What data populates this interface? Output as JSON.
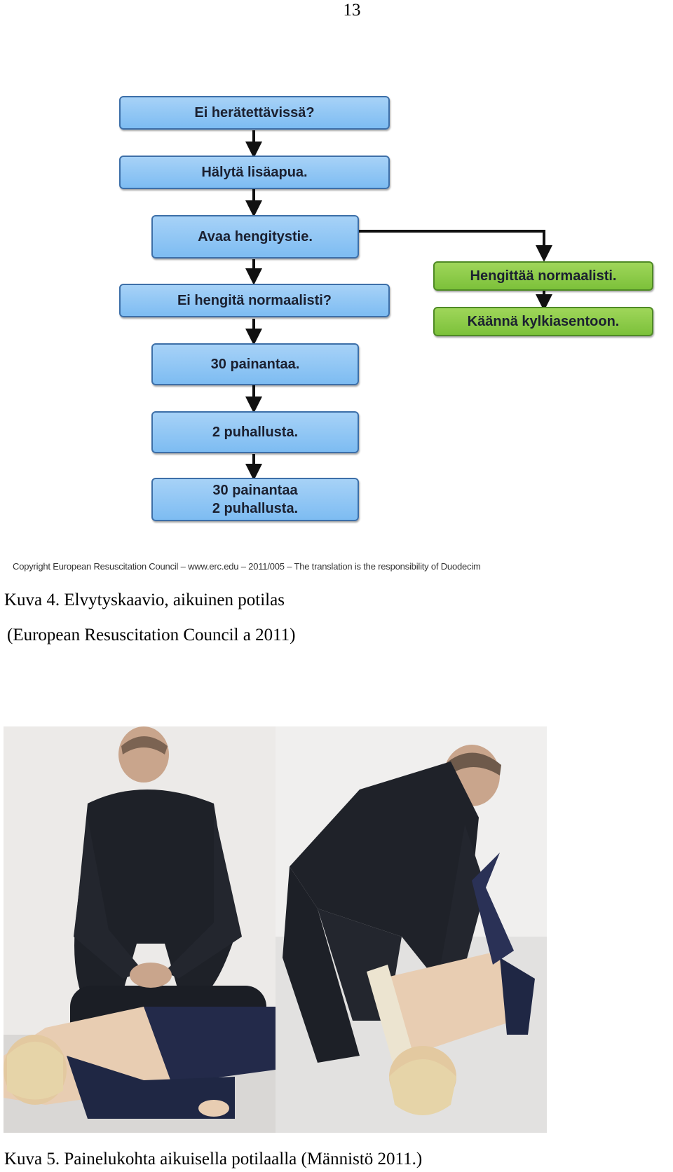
{
  "page": {
    "number": "13"
  },
  "flowchart": {
    "steps": [
      {
        "text": "Ei herätettävissä?"
      },
      {
        "text": "Hälytä lisäapua."
      },
      {
        "text": "Avaa hengitystie."
      },
      {
        "text": "Ei hengitä normaalisti?"
      },
      {
        "text": "30 painantaa."
      },
      {
        "text": "2 puhallusta."
      },
      {
        "line1": "30 painantaa",
        "line2": "2 puhallusta."
      }
    ],
    "branch": [
      {
        "text": "Hengittää normaalisti."
      },
      {
        "text": "Käännä kylkiasentoon."
      }
    ],
    "colors": {
      "step_fill": "#7dbcf2",
      "branch_fill": "#7cc13a",
      "arrow": "#111111"
    },
    "copyright": "Copyright European Resuscitation Council – www.erc.edu – 2011/005 – The translation is the responsibility of Duodecim"
  },
  "figure4": {
    "caption_line1": "Kuva 4. Elvytyskaavio, aikuinen potilas",
    "caption_line2": "(European Resuscitation Council a 2011)"
  },
  "figure5": {
    "caption": "Kuva 5. Painelukohta aikuisella potilaalla (Männistö 2011.)",
    "photos": [
      "cpr-photo-side-view",
      "cpr-photo-front-view"
    ]
  }
}
